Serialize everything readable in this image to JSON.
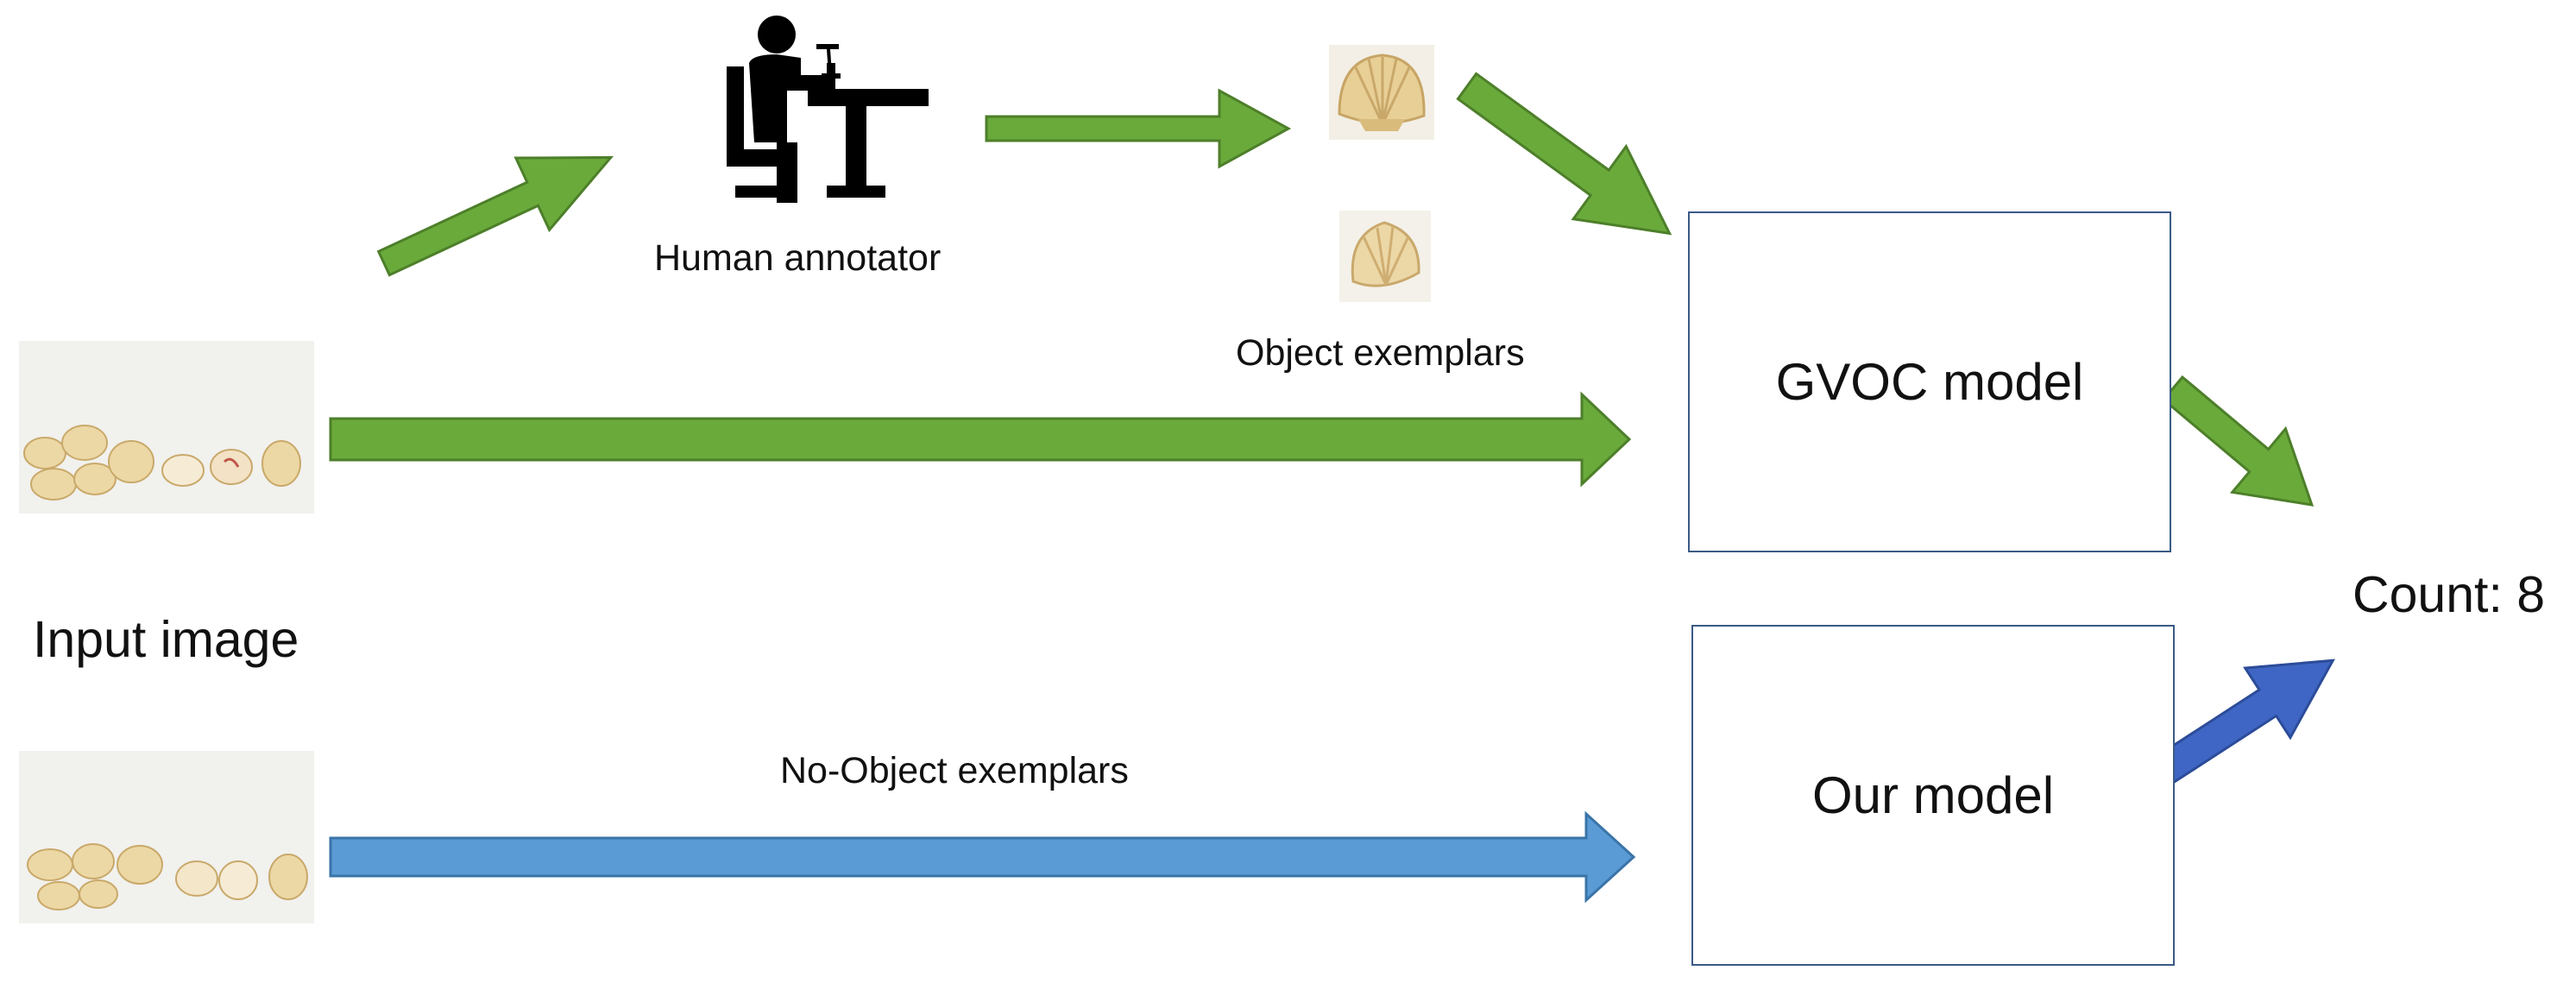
{
  "labels": {
    "human_annotator": "Human annotator",
    "object_exemplars": "Object exemplars",
    "no_object_exemplars": "No-Object exemplars",
    "input_image": "Input image",
    "count": "Count: 8"
  },
  "models": {
    "gvoc": "GVOC model",
    "ours": "Our model"
  },
  "icons": {
    "annotator": "person-at-desk-icon"
  },
  "colors": {
    "green_fill": "#6aaa3b",
    "green_stroke": "#4d7f2a",
    "blue_main_fill": "#5b9bd5",
    "blue_main_stroke": "#3a74a8",
    "blue_dark_fill": "#3f66c4",
    "blue_dark_stroke": "#2c4c99",
    "box_border": "#3b5a86"
  }
}
